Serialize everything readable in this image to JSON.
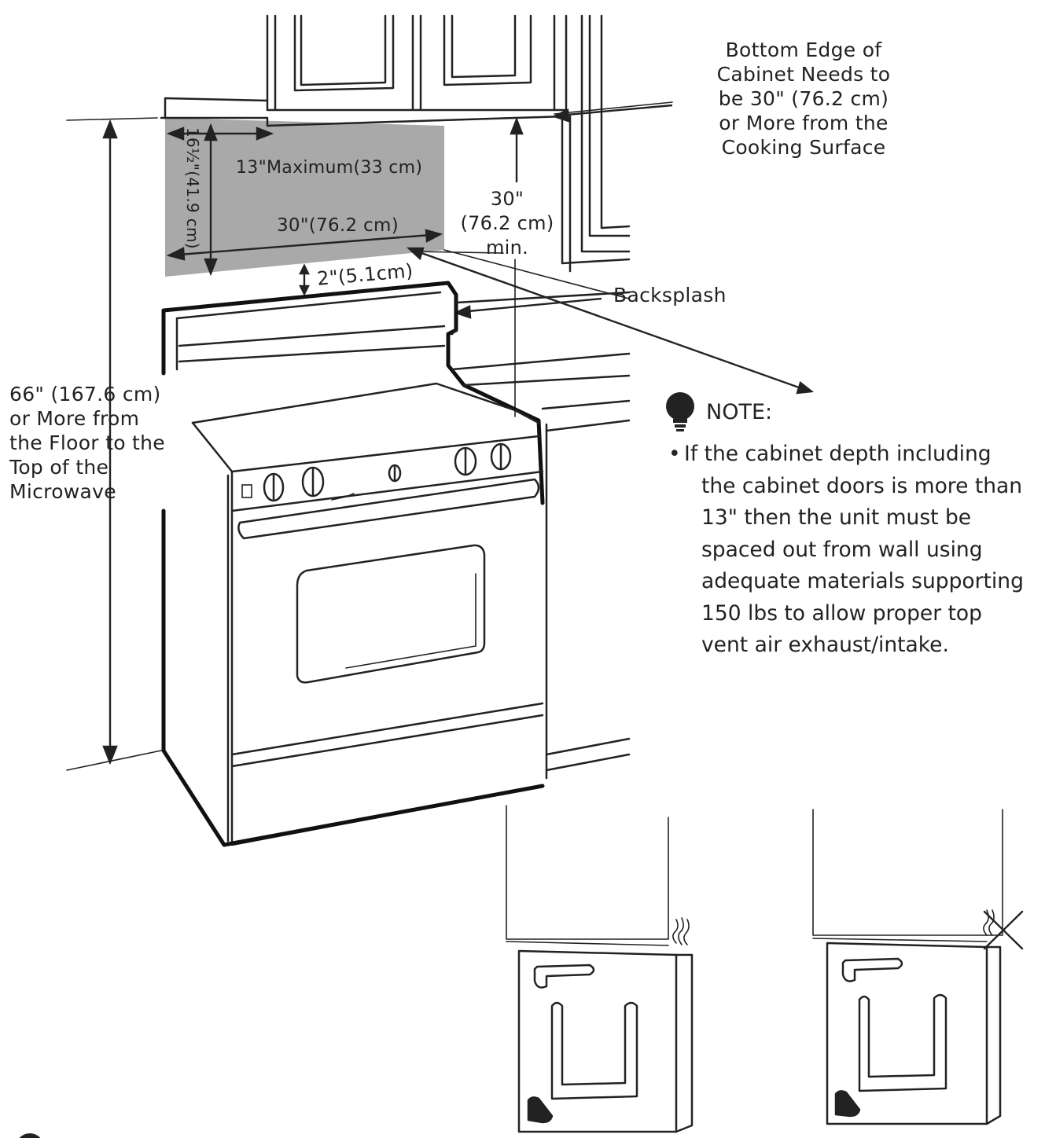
{
  "labels": {
    "cabinet_clearance": [
      "Bottom Edge of",
      "Cabinet Needs to",
      "be 30\" (76.2 cm)",
      "or More from the",
      "Cooking Surface"
    ],
    "depth_max": "13\"Maximum(33 cm)",
    "height_16": "16½\"(41.9 cm)",
    "width_30": "30\"(76.2 cm)",
    "min_30": [
      "30\"",
      "(76.2 cm)",
      "min."
    ],
    "gap_2": "2\"(5.1cm)",
    "backsplash": "Backsplash",
    "floor_66": [
      "66\" (167.6 cm)",
      "or More from",
      "the Floor to the",
      "Top of the",
      "Microwave"
    ]
  },
  "note": {
    "icon": "lightbulb-icon",
    "title": "NOTE:",
    "bullet": "•",
    "lines": [
      "If the cabinet depth including",
      "the cabinet doors is more than",
      "13\" then the unit must be",
      "spaced out from wall using",
      "adequate materials supporting",
      "150 lbs to allow proper top",
      "vent air exhaust/intake."
    ]
  },
  "colors": {
    "shaded_area": "#a9a9a9",
    "ink": "#222222"
  }
}
